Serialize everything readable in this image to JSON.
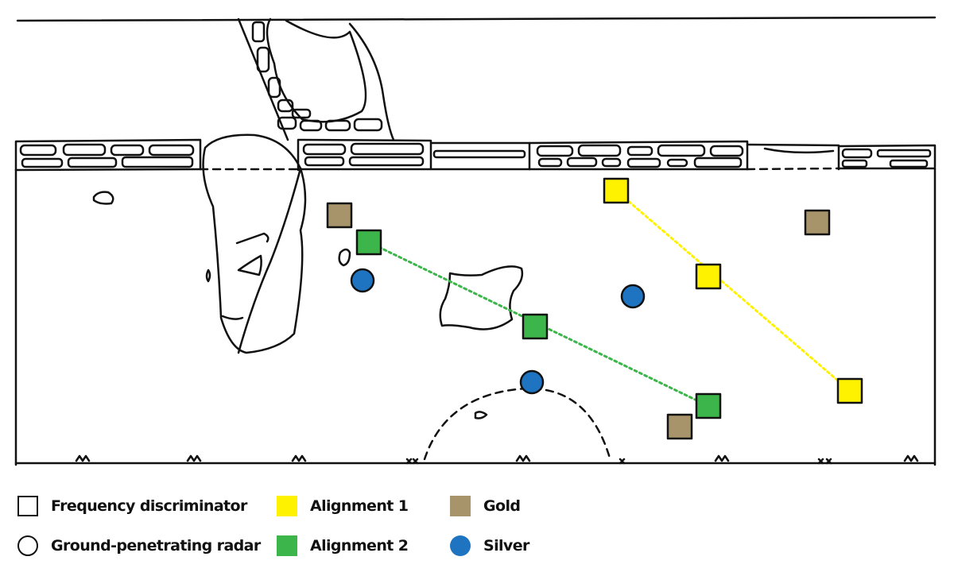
{
  "colors": {
    "line": "#111111",
    "alignment_1": "#fff200",
    "alignment_2": "#3cb54a",
    "gold": "#a8946a",
    "silver": "#1f74c2"
  },
  "markers": {
    "gold": [
      {
        "name": "gold-marker-1"
      },
      {
        "name": "gold-marker-2"
      },
      {
        "name": "gold-marker-3"
      }
    ],
    "alignment_1": [
      {
        "name": "alignment-1-marker-1"
      },
      {
        "name": "alignment-1-marker-2"
      },
      {
        "name": "alignment-1-marker-3"
      }
    ],
    "alignment_2": [
      {
        "name": "alignment-2-marker-1"
      },
      {
        "name": "alignment-2-marker-2"
      },
      {
        "name": "alignment-2-marker-3"
      }
    ],
    "silver": [
      {
        "name": "silver-marker-1"
      },
      {
        "name": "silver-marker-2"
      },
      {
        "name": "silver-marker-3"
      }
    ]
  },
  "legend": {
    "frequency_discriminator": "Frequency discriminator",
    "ground_penetrating_radar": "Ground-penetrating radar",
    "alignment_1": "Alignment 1",
    "alignment_2": "Alignment 2",
    "gold": "Gold",
    "silver": "Silver"
  }
}
